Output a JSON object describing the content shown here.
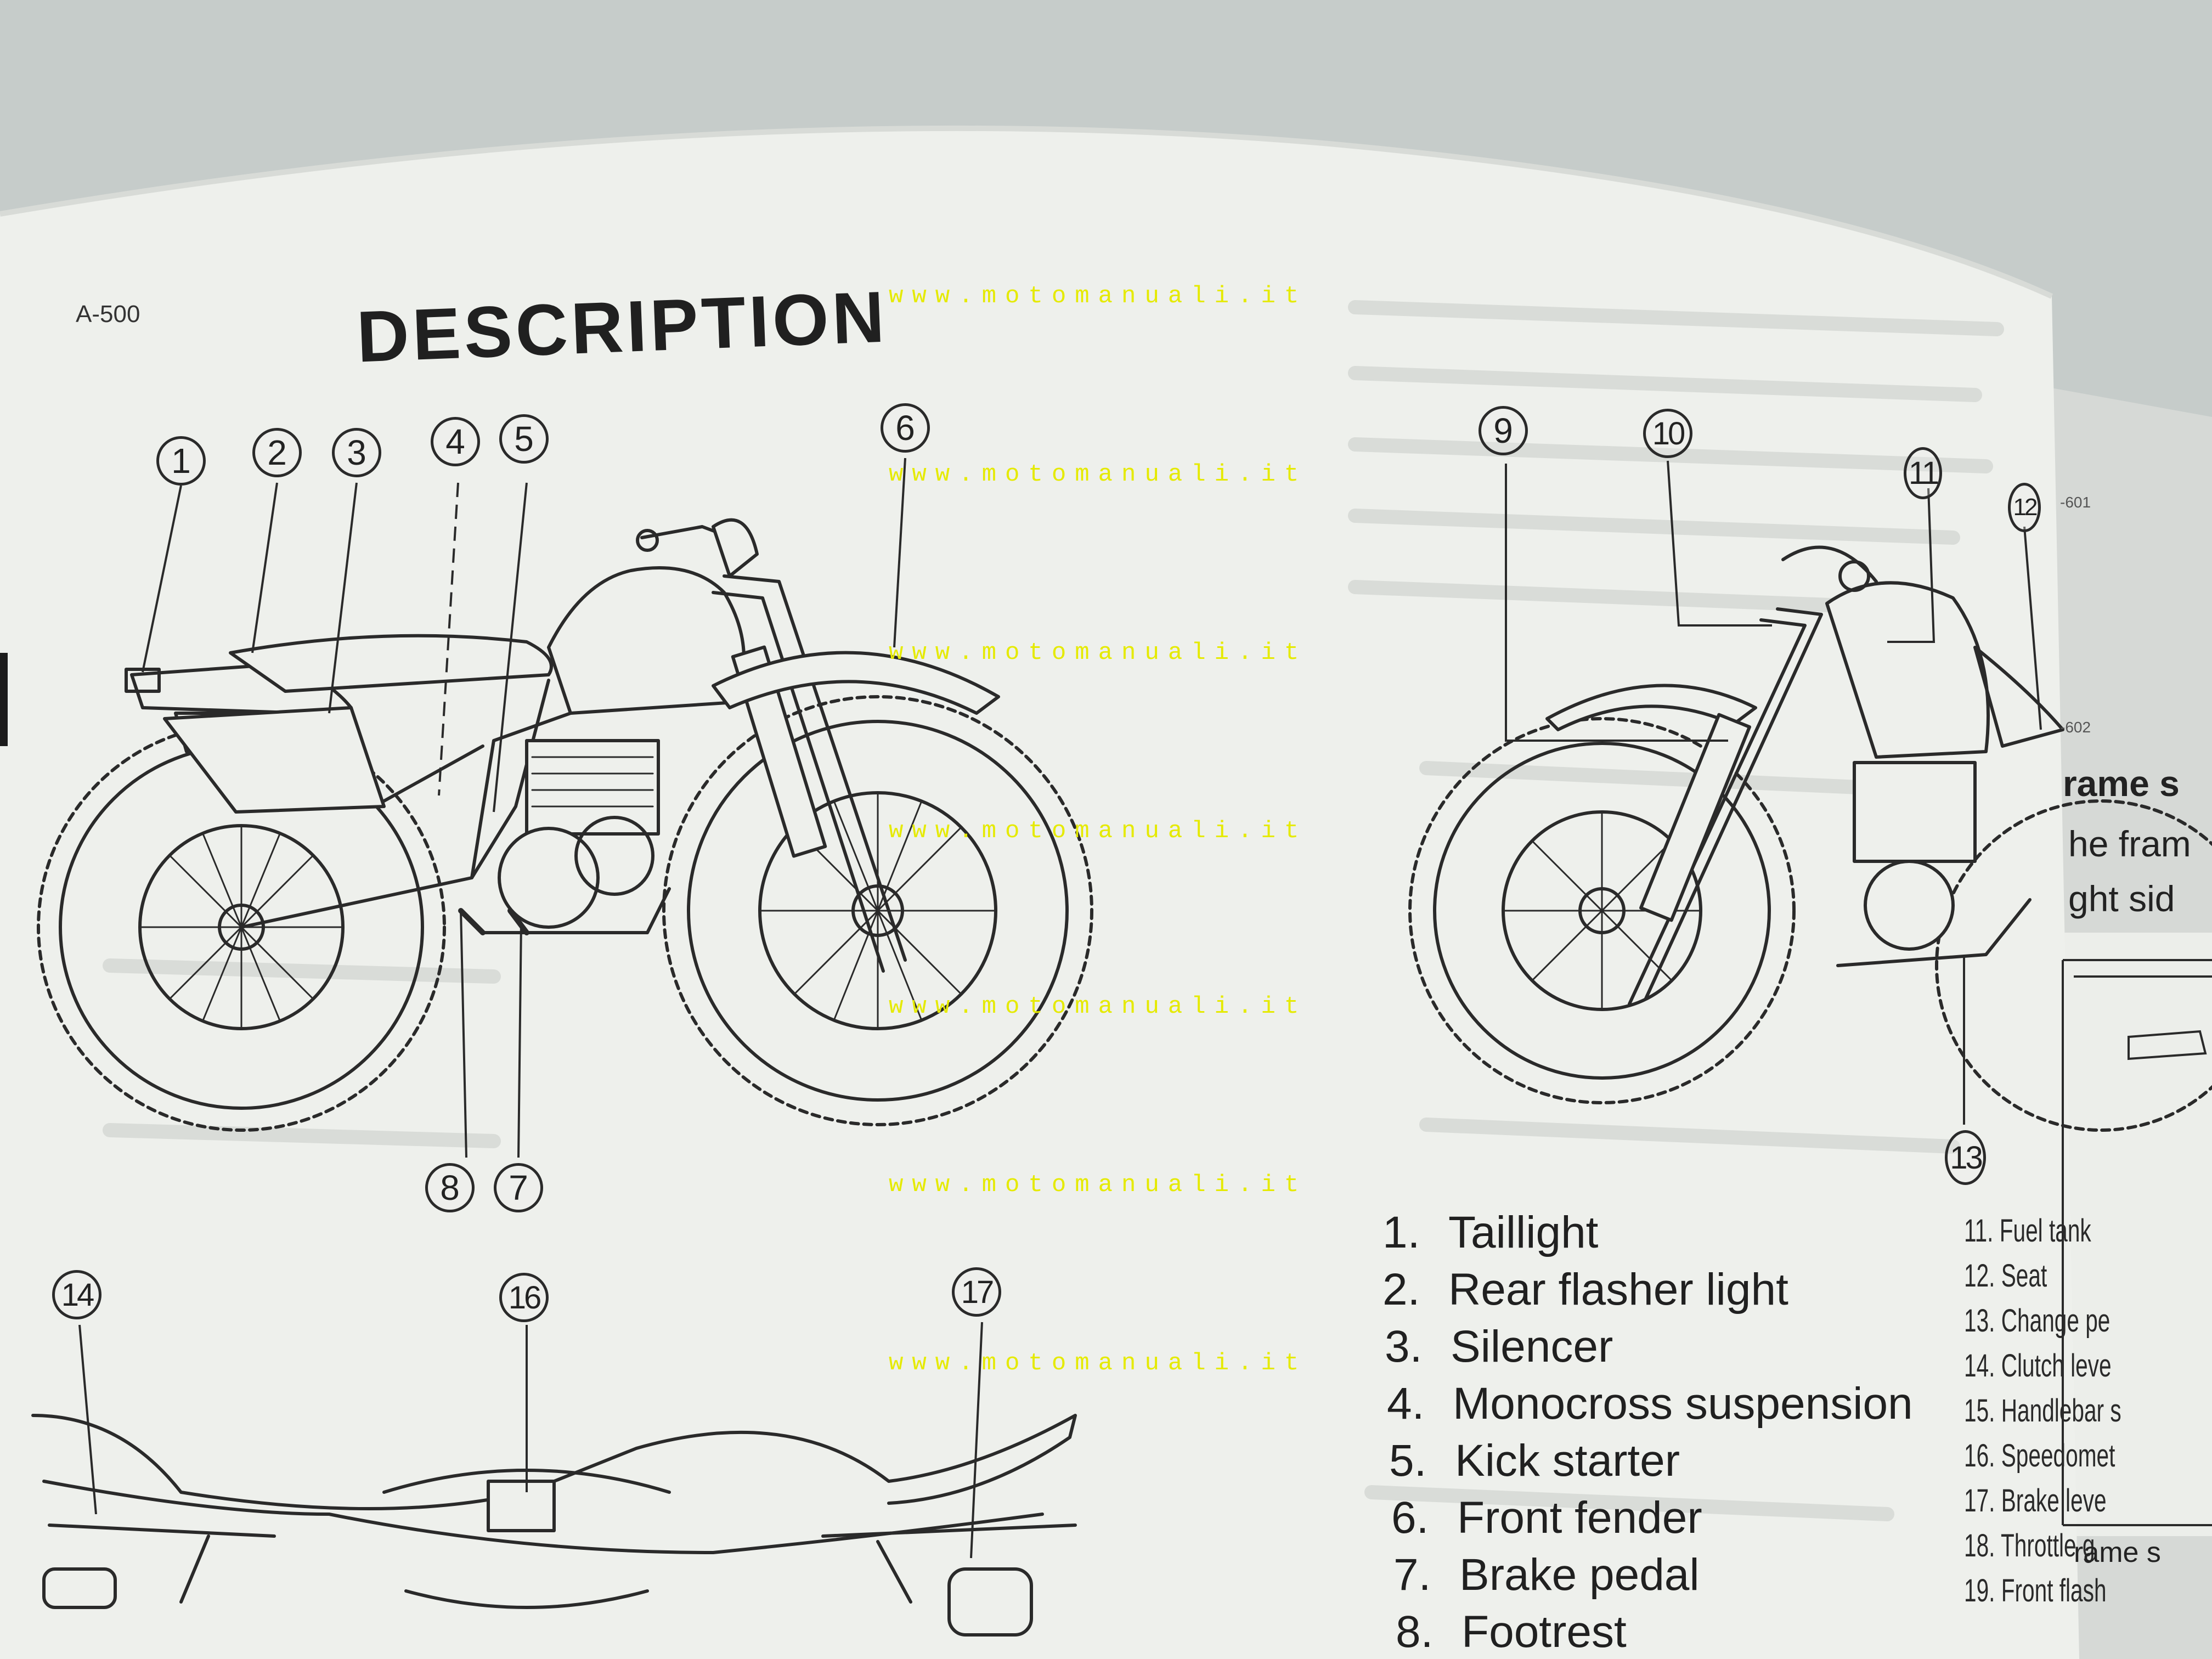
{
  "page": {
    "code": "A-500",
    "title": "DESCRIPTION"
  },
  "watermark": "www.motomanuali.it",
  "callouts": [
    "1",
    "2",
    "3",
    "4",
    "5",
    "6",
    "7",
    "8",
    "9",
    "10",
    "11",
    "12",
    "13",
    "14",
    "16",
    "17"
  ],
  "legend": {
    "items": [
      {
        "num": "1.",
        "label": "Taillight"
      },
      {
        "num": "2.",
        "label": "Rear flasher light"
      },
      {
        "num": "3.",
        "label": "Silencer"
      },
      {
        "num": "4.",
        "label": "Monocross suspension"
      },
      {
        "num": "5.",
        "label": "Kick starter"
      },
      {
        "num": "6.",
        "label": "Front fender"
      },
      {
        "num": "7.",
        "label": "Brake pedal"
      },
      {
        "num": "8.",
        "label": "Footrest"
      }
    ],
    "items_continued": [
      "11. Fuel tank",
      "12. Seat",
      "13. Change pe",
      "14. Clutch leve",
      "15. Handlebar s",
      "16. Speedomet",
      "17. Brake leve",
      "18. Throttle g",
      "19. Front flash"
    ]
  },
  "right_page": {
    "codes": [
      "-601",
      "-602"
    ],
    "fragments": [
      "rame s",
      "he fram",
      "ght sid",
      "rame s"
    ]
  },
  "colors": {
    "page": "#eef0ec",
    "ink": "#202020",
    "watermark": "#e5ea00",
    "background": "#c9cfcc"
  }
}
